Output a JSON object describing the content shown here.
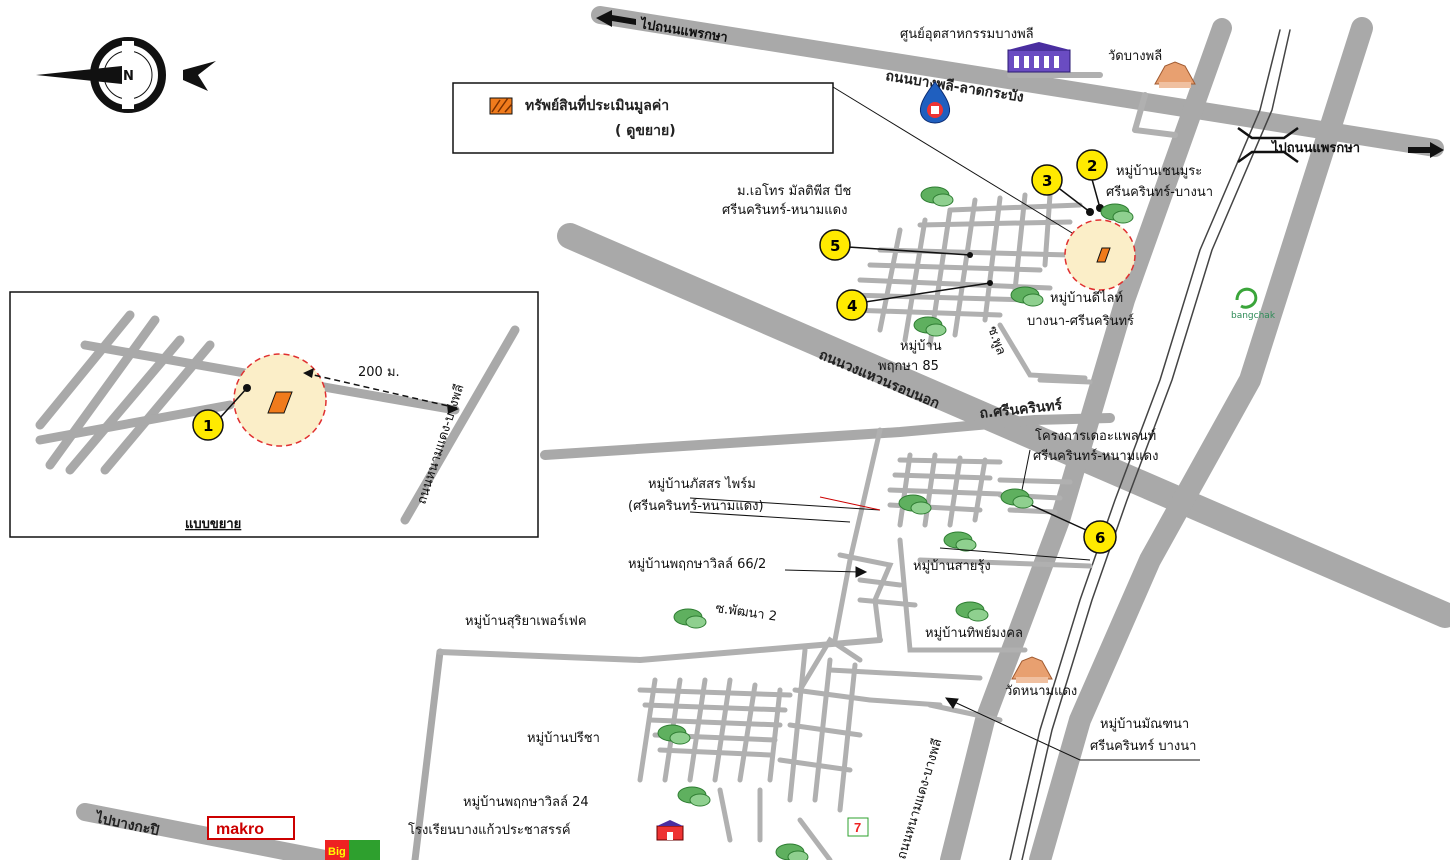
{
  "labels": {
    "industrial": "ศูนย์อุตสาหกรรมบางพลี",
    "wat_bangphli": "วัดบางพลี",
    "to_phraeksa_top": "ไปถนนแพรกษา",
    "to_phraeksa_right": "ไปถนนแพรกษา",
    "road_bangphli": "ถนนบางพลี-ลาดกระบัง",
    "legend_title": "ทรัพย์สินที่ประเมินมูลค่า",
    "legend_sub": "( ดูขยาย)",
    "chain_line1": "หมู่บ้านเชนมูระ",
    "chain_line2": "ศรีนครินทร์-บางนา",
    "metro_line1": "ม.เอโทร มัลติพีส บีช",
    "metro_line2": "ศรีนครินทร์-หนามแดง",
    "delight_line1": "หมู่บ้านดีไลท์",
    "delight_line2": "บางนา-ศรีนครินทร์",
    "pruksa85_line1": "หมู่บ้าน",
    "pruksa85_line2": "พฤกษา 85",
    "ring_road": "ถนนวงแหวนรอบนอก",
    "srinakarin": "ถ.ศรีนครินทร์",
    "the_plant_line1": "โครงการเดอะแพลนท์",
    "the_plant_line2": "ศรีนครินทร์-หนามแดง",
    "passorn_line1": "หมู่บ้านภัสสร ไพร์ม",
    "passorn_line2": "(ศรีนครินทร์-หนามแดง)",
    "pruksaville_66": "หมู่บ้านพฤกษาวิลล์ 66/2",
    "sairung": "หมู่บ้านสายรุ้ง",
    "suriya": "หมู่บ้านสุริยาเพอร์เฟค",
    "soi_pattana": "ซ.พัฒนา 2",
    "thipmongkol": "หมู่บ้านทิพย์มงคล",
    "wat_namdaeng": "วัดหนามแดง",
    "manthana_line1": "หมู่บ้านมัณฑนา",
    "manthana_line2": "ศรีนครินทร์ บางนา",
    "pricha": "หมู่บ้านปรีชา",
    "pruksaville_24": "หมู่บ้านพฤกษาวิลล์ 24",
    "school": "โรงเรียนบางแก้วประชาสรรค์",
    "to_bangkapi": "ไปบางกะปิ",
    "road_namdaeng": "ถนนหนามแดง-บางพลี",
    "road_inset": "ถนนหนามแดง-บางพลี",
    "distance": "200 ม.",
    "inset_caption": "แบบขยาย",
    "makro": "makro",
    "bangchak": "bangchak",
    "bigc": "Big",
    "seven": "7",
    "compass_n": "N"
  },
  "markers": [
    "1",
    "2",
    "3",
    "4",
    "5",
    "6"
  ],
  "colors": {
    "road": "#a9a9a9",
    "minor_road": "#b0b0b0",
    "rail": "#444444",
    "marker_fill": "#ffea00",
    "property": "#f07b1c",
    "highlight_fill": "#fbeec8",
    "highlight_stroke": "#e03030"
  },
  "icons": [
    "compass-icon",
    "building-icon",
    "temple-icon",
    "gas-station-icon",
    "tree-icon",
    "school-icon",
    "interchange-icon"
  ]
}
